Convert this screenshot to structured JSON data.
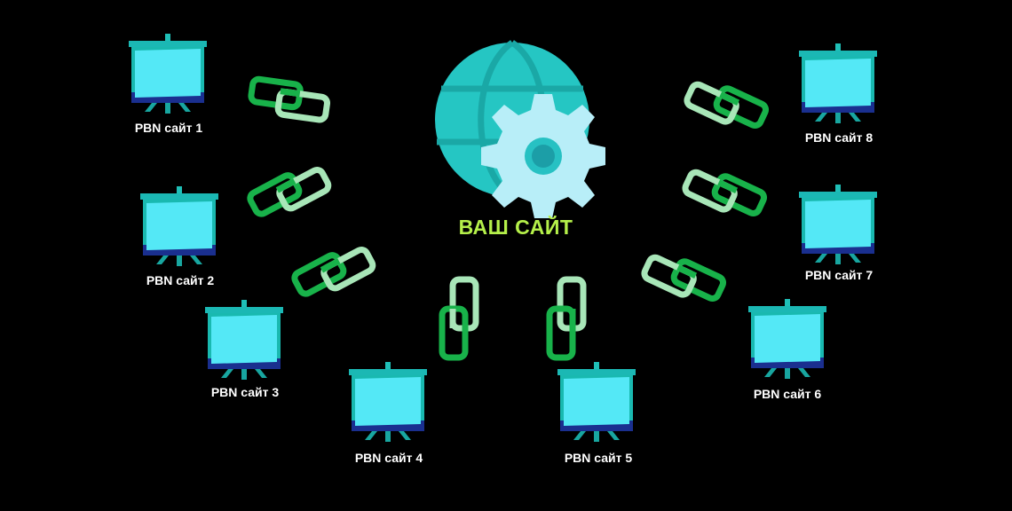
{
  "center": {
    "label": "ВАШ САЙТ",
    "icon": "globe-gear-icon",
    "label_color": "#b5f04a"
  },
  "pbn_sites": [
    {
      "label": "PBN сайт 1"
    },
    {
      "label": "PBN сайт 2"
    },
    {
      "label": "PBN сайт 3"
    },
    {
      "label": "PBN сайт 4"
    },
    {
      "label": "PBN сайт 5"
    },
    {
      "label": "PBN сайт 6"
    },
    {
      "label": "PBN сайт 7"
    },
    {
      "label": "PBN сайт 8"
    }
  ],
  "links": [
    {
      "icon": "chain-link-icon"
    },
    {
      "icon": "chain-link-icon"
    },
    {
      "icon": "chain-link-icon"
    },
    {
      "icon": "chain-link-icon"
    },
    {
      "icon": "chain-link-icon"
    },
    {
      "icon": "chain-link-icon"
    },
    {
      "icon": "chain-link-icon"
    },
    {
      "icon": "chain-link-icon"
    }
  ],
  "colors": {
    "background": "#000000",
    "board_frame": "#1ec9c0",
    "board_screen": "#4ee6f4",
    "board_base": "#1a2f8f",
    "globe": "#26c6c4",
    "gear": "#b8eef8",
    "link_dark": "#18b24a",
    "link_light": "#a8e6b8",
    "label_text": "#ffffff"
  }
}
